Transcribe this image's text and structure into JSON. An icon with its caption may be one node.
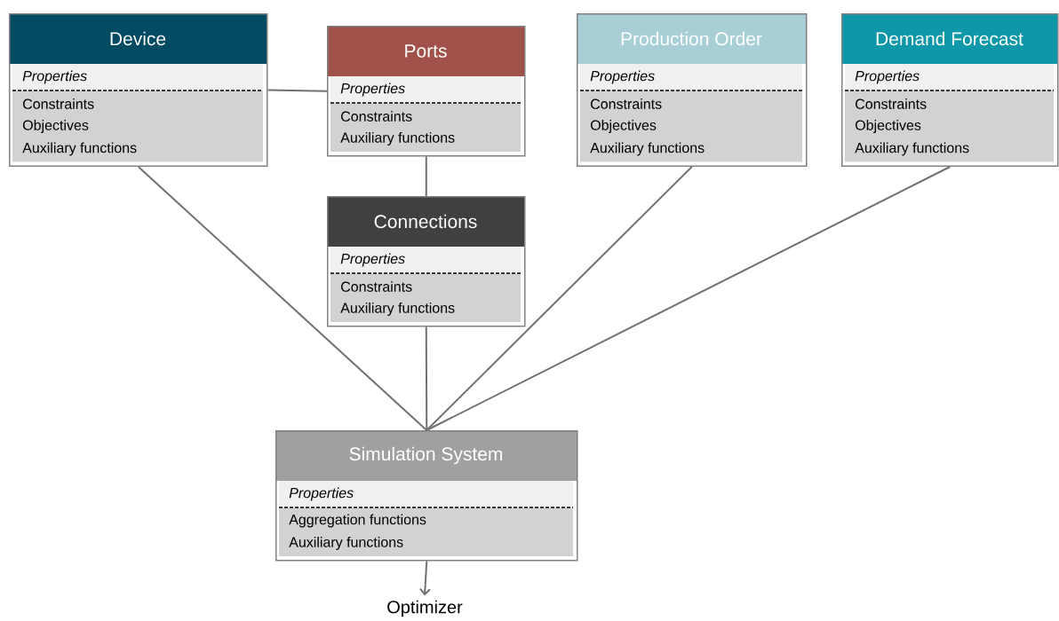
{
  "diagram": {
    "nodes": [
      {
        "text": [
          "Device",
          "Properties",
          "Constraints",
          "Objectives",
          "Auxiliary functions"
        ]
      },
      {
        "text": [
          "Ports",
          "Properties",
          "Constraints",
          "Auxiliary functions"
        ]
      },
      {
        "text": [
          "Production Order",
          "Properties",
          "Constraints",
          "Objectives",
          "Auxiliary functions"
        ]
      },
      {
        "text": [
          "Demand Forecast",
          "Properties",
          "Constraints",
          "Objectives",
          "Auxiliary functions"
        ]
      },
      {
        "text": [
          "Connections",
          "Properties",
          "Constraints",
          "Auxiliary functions"
        ]
      },
      {
        "text": [
          "Simulation System",
          "Properties",
          "Aggregation functions",
          "Auxiliary functions"
        ]
      },
      {
        "text": [
          "Optimizer"
        ]
      }
    ],
    "edges": [
      {
        "from": 0,
        "to": 1,
        "arrow": "none"
      },
      {
        "from": 1,
        "to": 4,
        "arrow": "none"
      },
      {
        "from": 0,
        "to": 5,
        "arrow": "none"
      },
      {
        "from": 4,
        "to": 5,
        "arrow": "none"
      },
      {
        "from": 2,
        "to": 5,
        "arrow": "none"
      },
      {
        "from": 3,
        "to": 5,
        "arrow": "none"
      },
      {
        "from": 5,
        "to": 6,
        "arrow": "to"
      }
    ]
  }
}
